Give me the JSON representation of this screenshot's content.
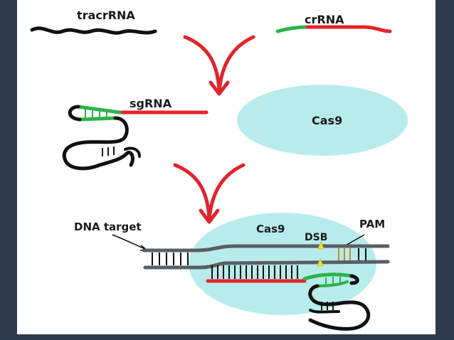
{
  "labels": {
    "tracrrna": "tracrRNA",
    "crrna": "crRNA",
    "sgrna": "sgRNA",
    "cas9_top": "Cas9",
    "dna_target": "DNA target",
    "cas9_bottom": "Cas9",
    "dsb": "DSB",
    "pam": "PAM"
  },
  "colors": {
    "frame": "#2e3b4c",
    "panel": "#ffffff",
    "black_strand": "#111111",
    "red_strand": "#e8232c",
    "green_strand": "#2bb34a",
    "arrow": "#e0242c",
    "cas9_fill": "#b8ecec",
    "dna_strand": "#5a5f63",
    "pam_bar": "#c98a2a",
    "dsb_marker": "#e6e23c"
  }
}
